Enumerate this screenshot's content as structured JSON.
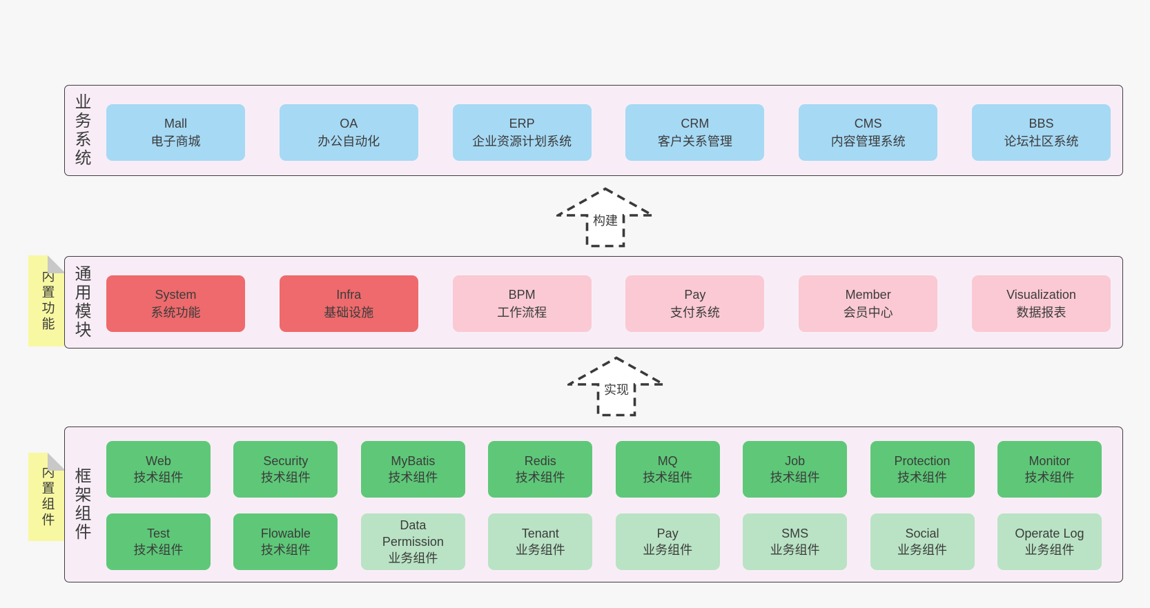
{
  "colors": {
    "page_bg": "#f7f7f7",
    "band_bg": "#f8edf6",
    "band_border": "#3d3d3d",
    "box_blue": "#a6d9f4",
    "box_red": "#ee6a6c",
    "box_pink": "#fac9d3",
    "box_green": "#5ec878",
    "box_light_green": "#b9e3c4",
    "note_yellow": "#f8f8a2",
    "note_fold": "#c8c8c8",
    "arrow_stroke": "#3a3a3a",
    "text": "#3b3b3b"
  },
  "arrows": [
    {
      "label": "构建"
    },
    {
      "label": "实现"
    }
  ],
  "layers": [
    {
      "label": "业务系统",
      "boxes": [
        {
          "title": "Mall",
          "subtitle": "电子商城"
        },
        {
          "title": "OA",
          "subtitle": "办公自动化"
        },
        {
          "title": "ERP",
          "subtitle": "企业资源计划系统"
        },
        {
          "title": "CRM",
          "subtitle": "客户关系管理"
        },
        {
          "title": "CMS",
          "subtitle": "内容管理系统"
        },
        {
          "title": "BBS",
          "subtitle": "论坛社区系统"
        }
      ]
    },
    {
      "label": "通用模块",
      "note": "内置功能",
      "boxes": [
        {
          "title": "System",
          "subtitle": "系统功能"
        },
        {
          "title": "Infra",
          "subtitle": "基础设施"
        },
        {
          "title": "BPM",
          "subtitle": "工作流程"
        },
        {
          "title": "Pay",
          "subtitle": "支付系统"
        },
        {
          "title": "Member",
          "subtitle": "会员中心"
        },
        {
          "title": "Visualization",
          "subtitle": "数据报表"
        }
      ]
    },
    {
      "label": "框架组件",
      "note": "内置组件",
      "rows": [
        [
          {
            "title": "Web",
            "subtitle": "技术组件"
          },
          {
            "title": "Security",
            "subtitle": "技术组件"
          },
          {
            "title": "MyBatis",
            "subtitle": "技术组件"
          },
          {
            "title": "Redis",
            "subtitle": "技术组件"
          },
          {
            "title": "MQ",
            "subtitle": "技术组件"
          },
          {
            "title": "Job",
            "subtitle": "技术组件"
          },
          {
            "title": "Protection",
            "subtitle": "技术组件"
          },
          {
            "title": "Monitor",
            "subtitle": "技术组件"
          }
        ],
        [
          {
            "title": "Test",
            "subtitle": "技术组件"
          },
          {
            "title": "Flowable",
            "subtitle": "技术组件"
          },
          {
            "title": "Data Permission",
            "subtitle": "业务组件"
          },
          {
            "title": "Tenant",
            "subtitle": "业务组件"
          },
          {
            "title": "Pay",
            "subtitle": "业务组件"
          },
          {
            "title": "SMS",
            "subtitle": "业务组件"
          },
          {
            "title": "Social",
            "subtitle": "业务组件"
          },
          {
            "title": "Operate Log",
            "subtitle": "业务组件"
          }
        ]
      ]
    }
  ]
}
